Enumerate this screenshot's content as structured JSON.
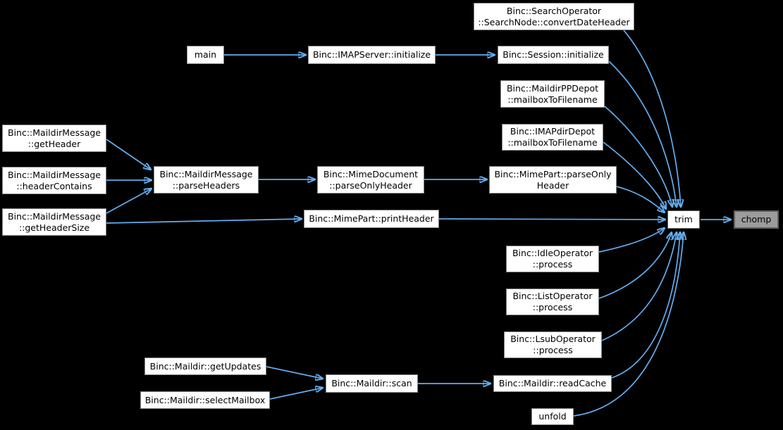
{
  "diagram": {
    "type": "call-graph",
    "description": "Caller graph showing functions that call trim, which calls chomp",
    "colors": {
      "background": "#000000",
      "edge": "#63aef0",
      "node_fill": "#ffffff",
      "node_border": "#848484",
      "focus_node_fill": "#9c9c9c",
      "focus_node_border": "#5f5f5f",
      "text": "#000000"
    },
    "nodes": [
      {
        "id": "convert-date-header",
        "label": "Binc::SearchOperator\n::SearchNode::convertDateHeader"
      },
      {
        "id": "main",
        "label": "main"
      },
      {
        "id": "imap-server-initialize",
        "label": "Binc::IMAPServer::initialize"
      },
      {
        "id": "session-initialize",
        "label": "Binc::Session::initialize"
      },
      {
        "id": "maildir-pp-depot-mailbox-to-filename",
        "label": "Binc::MaildirPPDepot\n::mailboxToFilename"
      },
      {
        "id": "imap-dir-depot-mailbox-to-filename",
        "label": "Binc::IMAPdirDepot\n::mailboxToFilename"
      },
      {
        "id": "maildir-message-get-header",
        "label": "Binc::MaildirMessage\n::getHeader"
      },
      {
        "id": "maildir-message-header-contains",
        "label": "Binc::MaildirMessage\n::headerContains"
      },
      {
        "id": "maildir-message-get-header-size",
        "label": "Binc::MaildirMessage\n::getHeaderSize"
      },
      {
        "id": "maildir-message-parse-headers",
        "label": "Binc::MaildirMessage\n::parseHeaders"
      },
      {
        "id": "mime-document-parse-only-header",
        "label": "Binc::MimeDocument\n::parseOnlyHeader"
      },
      {
        "id": "mime-part-parse-only-header",
        "label": "Binc::MimePart::parseOnly\nHeader"
      },
      {
        "id": "mime-part-print-header",
        "label": "Binc::MimePart::printHeader"
      },
      {
        "id": "trim",
        "label": "trim"
      },
      {
        "id": "chomp",
        "label": "chomp"
      },
      {
        "id": "idle-operator-process",
        "label": "Binc::IdleOperator\n::process"
      },
      {
        "id": "list-operator-process",
        "label": "Binc::ListOperator\n::process"
      },
      {
        "id": "lsub-operator-process",
        "label": "Binc::LsubOperator\n::process"
      },
      {
        "id": "maildir-get-updates",
        "label": "Binc::Maildir::getUpdates"
      },
      {
        "id": "maildir-select-mailbox",
        "label": "Binc::Maildir::selectMailbox"
      },
      {
        "id": "maildir-scan",
        "label": "Binc::Maildir::scan"
      },
      {
        "id": "maildir-read-cache",
        "label": "Binc::Maildir::readCache"
      },
      {
        "id": "unfold",
        "label": "unfold"
      }
    ],
    "edges": [
      {
        "from": "main",
        "to": "imap-server-initialize"
      },
      {
        "from": "imap-server-initialize",
        "to": "session-initialize"
      },
      {
        "from": "maildir-message-get-header",
        "to": "maildir-message-parse-headers"
      },
      {
        "from": "maildir-message-header-contains",
        "to": "maildir-message-parse-headers"
      },
      {
        "from": "maildir-message-get-header-size",
        "to": "maildir-message-parse-headers"
      },
      {
        "from": "maildir-message-get-header-size",
        "to": "mime-part-print-header"
      },
      {
        "from": "maildir-message-parse-headers",
        "to": "mime-document-parse-only-header"
      },
      {
        "from": "mime-document-parse-only-header",
        "to": "mime-part-parse-only-header"
      },
      {
        "from": "convert-date-header",
        "to": "trim"
      },
      {
        "from": "session-initialize",
        "to": "trim"
      },
      {
        "from": "maildir-pp-depot-mailbox-to-filename",
        "to": "trim"
      },
      {
        "from": "imap-dir-depot-mailbox-to-filename",
        "to": "trim"
      },
      {
        "from": "mime-part-parse-only-header",
        "to": "trim"
      },
      {
        "from": "mime-part-print-header",
        "to": "trim"
      },
      {
        "from": "idle-operator-process",
        "to": "trim"
      },
      {
        "from": "list-operator-process",
        "to": "trim"
      },
      {
        "from": "lsub-operator-process",
        "to": "trim"
      },
      {
        "from": "maildir-read-cache",
        "to": "trim"
      },
      {
        "from": "unfold",
        "to": "trim"
      },
      {
        "from": "maildir-get-updates",
        "to": "maildir-scan"
      },
      {
        "from": "maildir-select-mailbox",
        "to": "maildir-scan"
      },
      {
        "from": "maildir-scan",
        "to": "maildir-read-cache"
      },
      {
        "from": "trim",
        "to": "chomp"
      }
    ]
  }
}
